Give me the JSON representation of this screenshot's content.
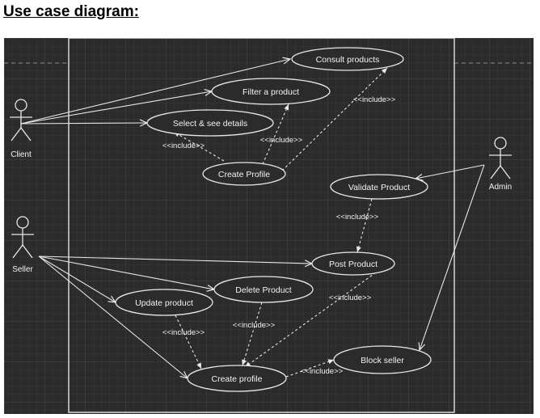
{
  "heading": "Use case diagram:",
  "colors": {
    "background": "#2b2b2b",
    "grid": "#3c3c3c",
    "line": "#e8e8e8",
    "text": "#f2f2f2"
  },
  "actors": [
    {
      "id": "client",
      "label": "Client"
    },
    {
      "id": "seller",
      "label": "Seller"
    },
    {
      "id": "admin",
      "label": "Admin"
    }
  ],
  "use_cases": [
    {
      "id": "consult",
      "label": "Consult products"
    },
    {
      "id": "filter",
      "label": "Filter a product"
    },
    {
      "id": "select",
      "label": "Select & see details"
    },
    {
      "id": "create1",
      "label": "Create Profile"
    },
    {
      "id": "validate",
      "label": "Validate Product"
    },
    {
      "id": "post",
      "label": "Post Product"
    },
    {
      "id": "delete",
      "label": "Delete Product"
    },
    {
      "id": "update",
      "label": "Update product"
    },
    {
      "id": "create2",
      "label": "Create profile"
    },
    {
      "id": "block",
      "label": "Block seller"
    }
  ],
  "associations": [
    {
      "from": "client",
      "to": "consult"
    },
    {
      "from": "client",
      "to": "filter"
    },
    {
      "from": "client",
      "to": "select"
    },
    {
      "from": "seller",
      "to": "post"
    },
    {
      "from": "seller",
      "to": "delete"
    },
    {
      "from": "seller",
      "to": "update"
    },
    {
      "from": "seller",
      "to": "create2"
    },
    {
      "from": "admin",
      "to": "validate"
    },
    {
      "from": "admin",
      "to": "block"
    }
  ],
  "include_label": "<<include>>",
  "includes": [
    {
      "from": "create1",
      "to": "select"
    },
    {
      "from": "create1",
      "to": "filter"
    },
    {
      "from": "create1",
      "to": "consult"
    },
    {
      "from": "validate",
      "to": "post"
    },
    {
      "from": "update",
      "to": "create2"
    },
    {
      "from": "delete",
      "to": "create2"
    },
    {
      "from": "post",
      "to": "create2"
    },
    {
      "from": "create2",
      "to": "block"
    }
  ]
}
